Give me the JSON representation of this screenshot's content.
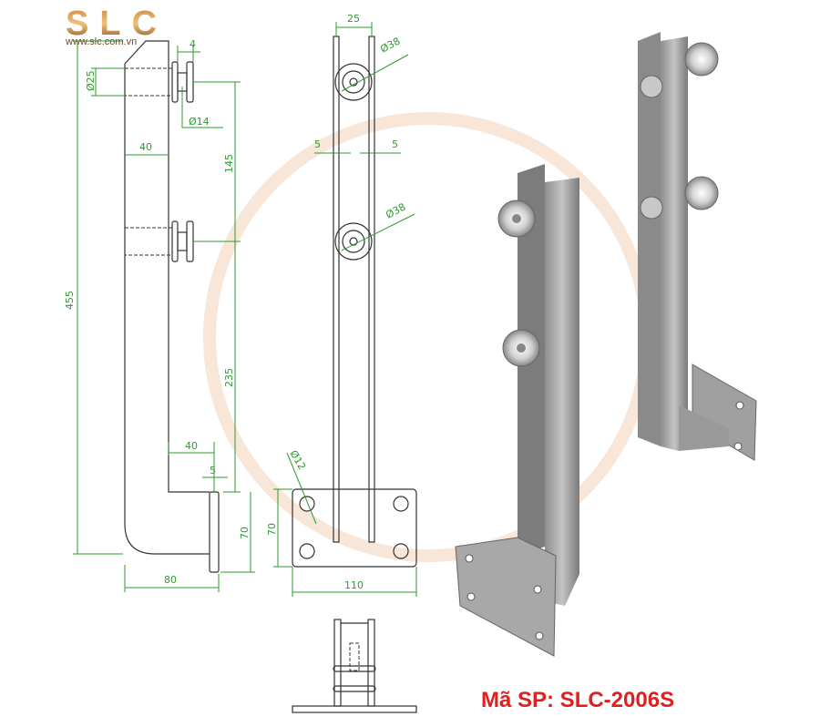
{
  "brand": {
    "logo": "SLC",
    "website": "www.slc.com.vn"
  },
  "product_code": "Mã SP: SLC-2006S",
  "side_view_dims": {
    "flange": "4",
    "pin_dia": "Ø25",
    "bolt_dia": "Ø14",
    "width": "40",
    "spacing_top": "145",
    "total_height": "455",
    "spacing_bottom": "235",
    "offset": "40",
    "plate_thk": "5",
    "plate_h": "70",
    "depth": "80"
  },
  "front_view_dims": {
    "gap": "25",
    "wheel_top": "Ø38",
    "rail_left": "5",
    "rail_right": "5",
    "wheel_bottom": "Ø38",
    "hole_dia": "Ø12",
    "plate_h": "70",
    "plate_w": "110"
  },
  "colors": {
    "dimension": "#2e9a2e",
    "code": "#e0201f",
    "logo": "#8a5a2b"
  }
}
